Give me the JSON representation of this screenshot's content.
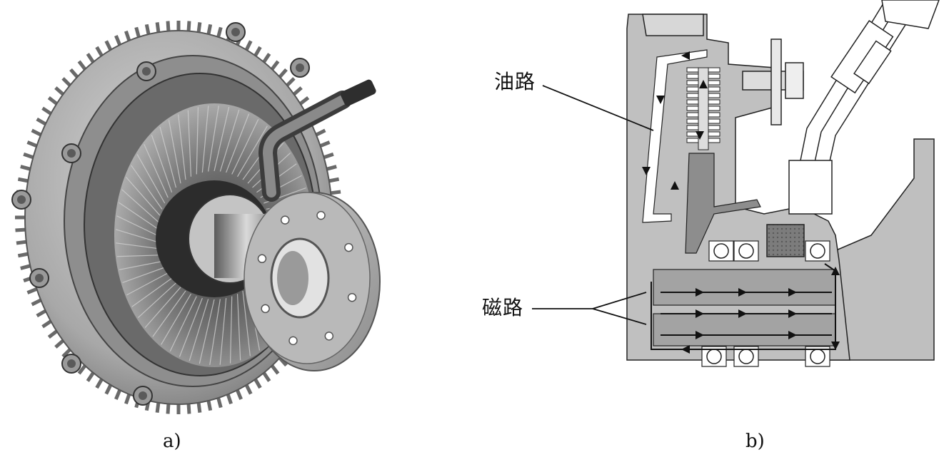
{
  "figure": {
    "panels": [
      {
        "id": "a",
        "caption": "a)"
      },
      {
        "id": "b",
        "caption": "b)"
      }
    ],
    "labels": {
      "oil_path": "油路",
      "magnetic_path": "磁路"
    },
    "colors": {
      "line": "#1a1a1a",
      "metal_light": "#c9c9c9",
      "metal_mid": "#9c9c9c",
      "metal_dark": "#5e5e5e",
      "section_fill": "#bdbdbd",
      "coil_fill": "#8a8a8a"
    }
  }
}
